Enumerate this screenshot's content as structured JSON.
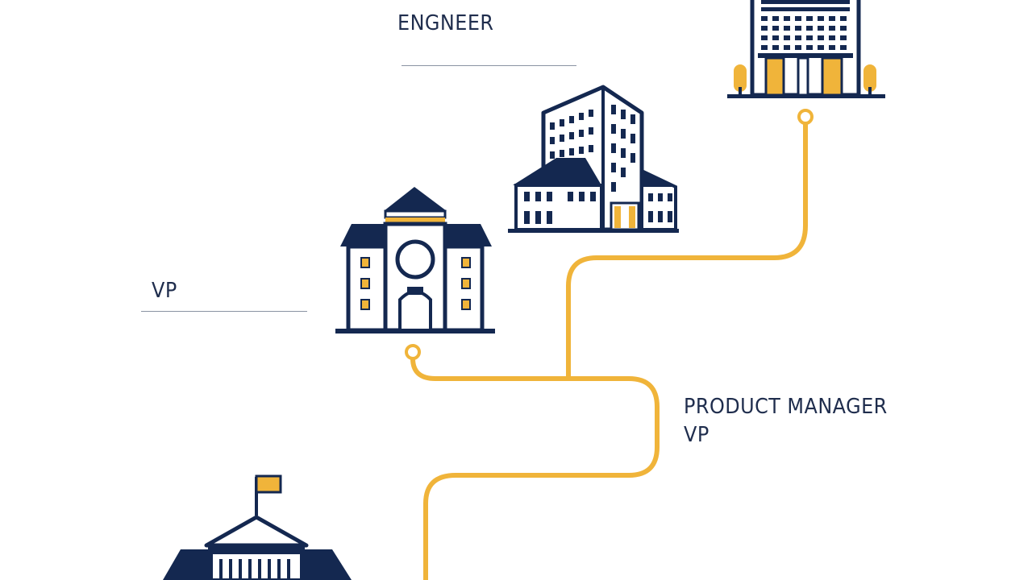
{
  "labels": {
    "engineer": "ENGNEER",
    "vp_left": "VP",
    "product_manager": "PRODUCT MANAGER",
    "vp_right": "VP"
  },
  "colors": {
    "navy": "#142850",
    "gold": "#f0b43a",
    "text": "#1f2d4d",
    "rule": "#8a93a3",
    "background": "#ffffff"
  },
  "icons": [
    "government-building-icon",
    "town-hall-icon",
    "office-complex-icon",
    "skyscraper-icon"
  ]
}
